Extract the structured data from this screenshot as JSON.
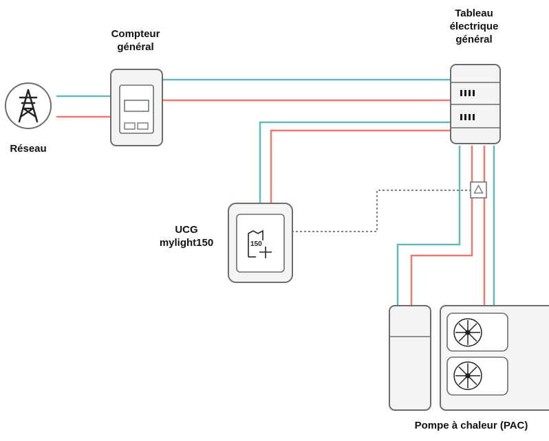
{
  "colors": {
    "blue_wire": "#63b8be",
    "red_wire": "#ea7a73",
    "outline": "#6b6b6b",
    "fill_light": "#f4f4f4",
    "label_text": "#111111",
    "signal_line": "#333333"
  },
  "labels": {
    "grid": "Réseau",
    "meter_line1": "Compteur",
    "meter_line2": "général",
    "panel_line1": "Tableau",
    "panel_line2": "électrique",
    "panel_line3": "général",
    "ucg_line1": "UCG",
    "ucg_line2": "mylight150",
    "ucg_device_text": "150",
    "heatpump": "Pompe à chaleur (PAC)"
  },
  "icons": {
    "grid": "transmission-tower-icon",
    "ucg": "mylight-logo-icon",
    "sensor": "current-sensor-icon",
    "fan": "fan-icon"
  }
}
